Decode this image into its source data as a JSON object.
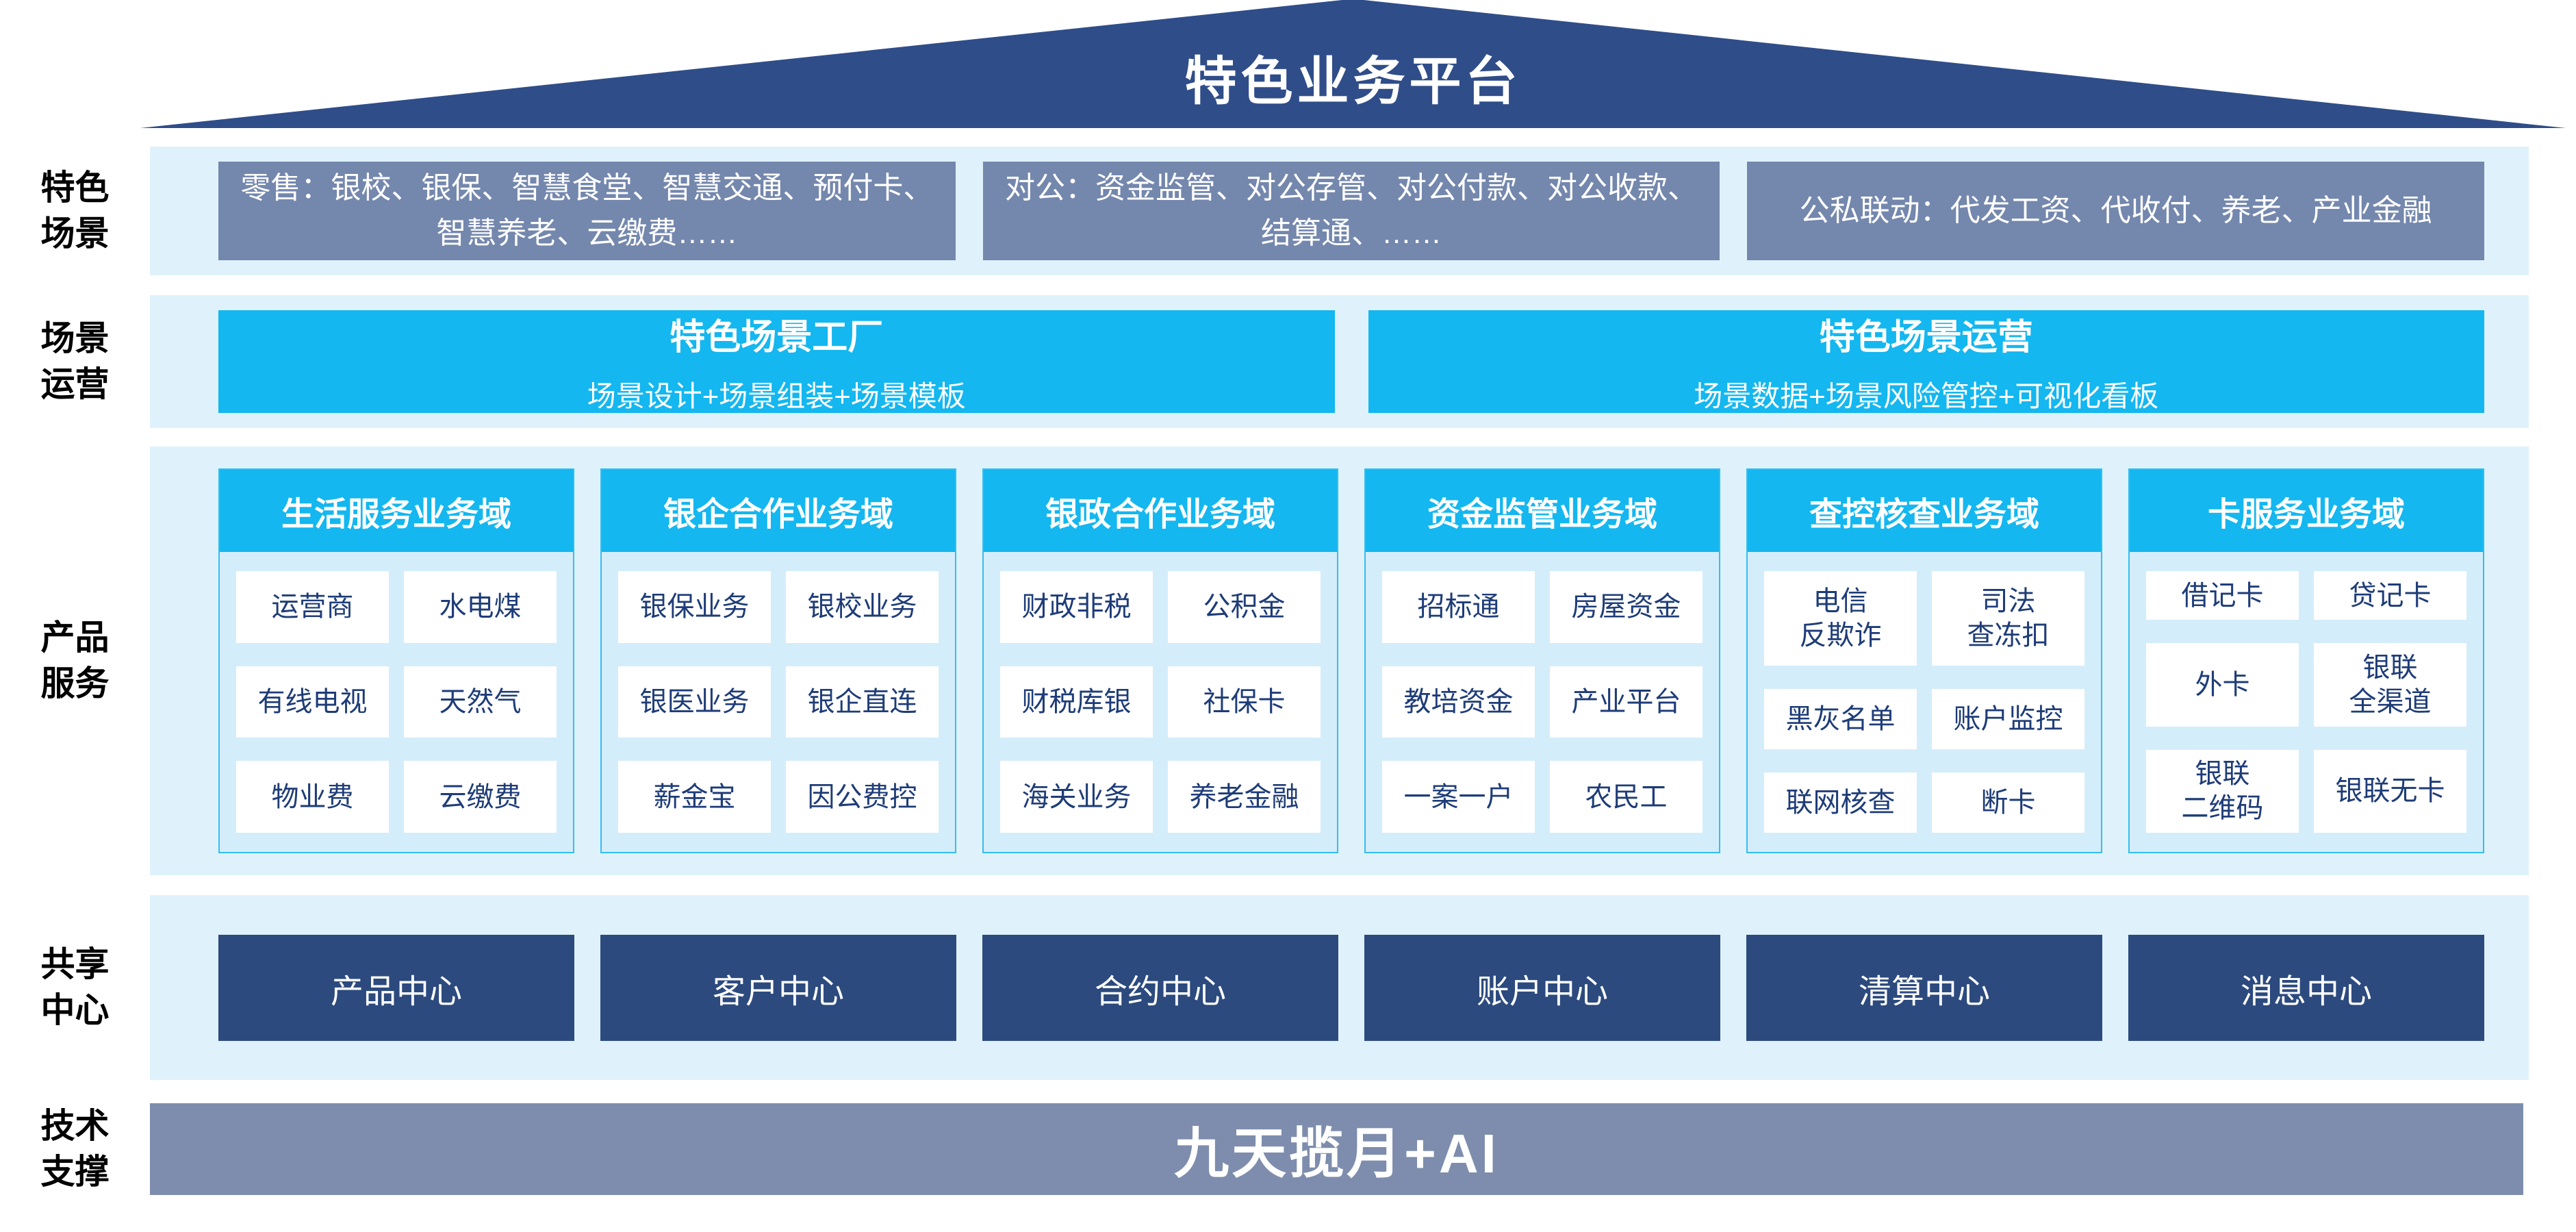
{
  "roof": {
    "title": "特色业务平台"
  },
  "scenes": {
    "label": "特色\n场景",
    "boxes": [
      "零售：银校、银保、智慧食堂、智慧交通、预付卡、智慧养老、云缴费……",
      "对公：资金监管、对公存管、对公付款、对公收款、结算通、……",
      "公私联动：代发工资、代收付、养老、产业金融"
    ]
  },
  "operations": {
    "label": "场景\n运营",
    "boxes": [
      {
        "title": "特色场景工厂",
        "subtitle": "场景设计+场景组装+场景模板"
      },
      {
        "title": "特色场景运营",
        "subtitle": "场景数据+场景风险管控+可视化看板"
      }
    ]
  },
  "products": {
    "label": "产品\n服务",
    "domains": [
      {
        "title": "生活服务业务域",
        "items": [
          "运营商",
          "水电煤",
          "有线电视",
          "天然气",
          "物业费",
          "云缴费"
        ]
      },
      {
        "title": "银企合作业务域",
        "items": [
          "银保业务",
          "银校业务",
          "银医业务",
          "银企直连",
          "薪金宝",
          "因公费控"
        ]
      },
      {
        "title": "银政合作业务域",
        "items": [
          "财政非税",
          "公积金",
          "财税库银",
          "社保卡",
          "海关业务",
          "养老金融"
        ]
      },
      {
        "title": "资金监管业务域",
        "items": [
          "招标通",
          "房屋资金",
          "教培资金",
          "产业平台",
          "一案一户",
          "农民工"
        ]
      },
      {
        "title": "查控核查业务域",
        "items": [
          "电信\n反欺诈",
          "司法\n查冻扣",
          "黑灰名单",
          "账户监控",
          "联网核查",
          "断卡"
        ]
      },
      {
        "title": "卡服务业务域",
        "items": [
          "借记卡",
          "贷记卡",
          "外卡",
          "银联\n全渠道",
          "银联\n二维码",
          "银联无卡"
        ]
      }
    ]
  },
  "centers": {
    "label": "共享\n中心",
    "boxes": [
      "产品中心",
      "客户中心",
      "合约中心",
      "账户中心",
      "清算中心",
      "消息中心"
    ]
  },
  "tech": {
    "label": "技术\n支撑",
    "bar": "九天揽月+AI"
  },
  "colors": {
    "roof_navy": "#2F4D89",
    "scene_box_blue_gray": "#7487AD",
    "band_light_blue": "#DFF2FB",
    "accent_cyan": "#14B7EF",
    "domain_body_blue": "#D4EDFA",
    "item_text_navy": "#1E3C78",
    "center_box_navy": "#2C4A7E",
    "tech_bar_gray_blue": "#7E8DAD"
  }
}
